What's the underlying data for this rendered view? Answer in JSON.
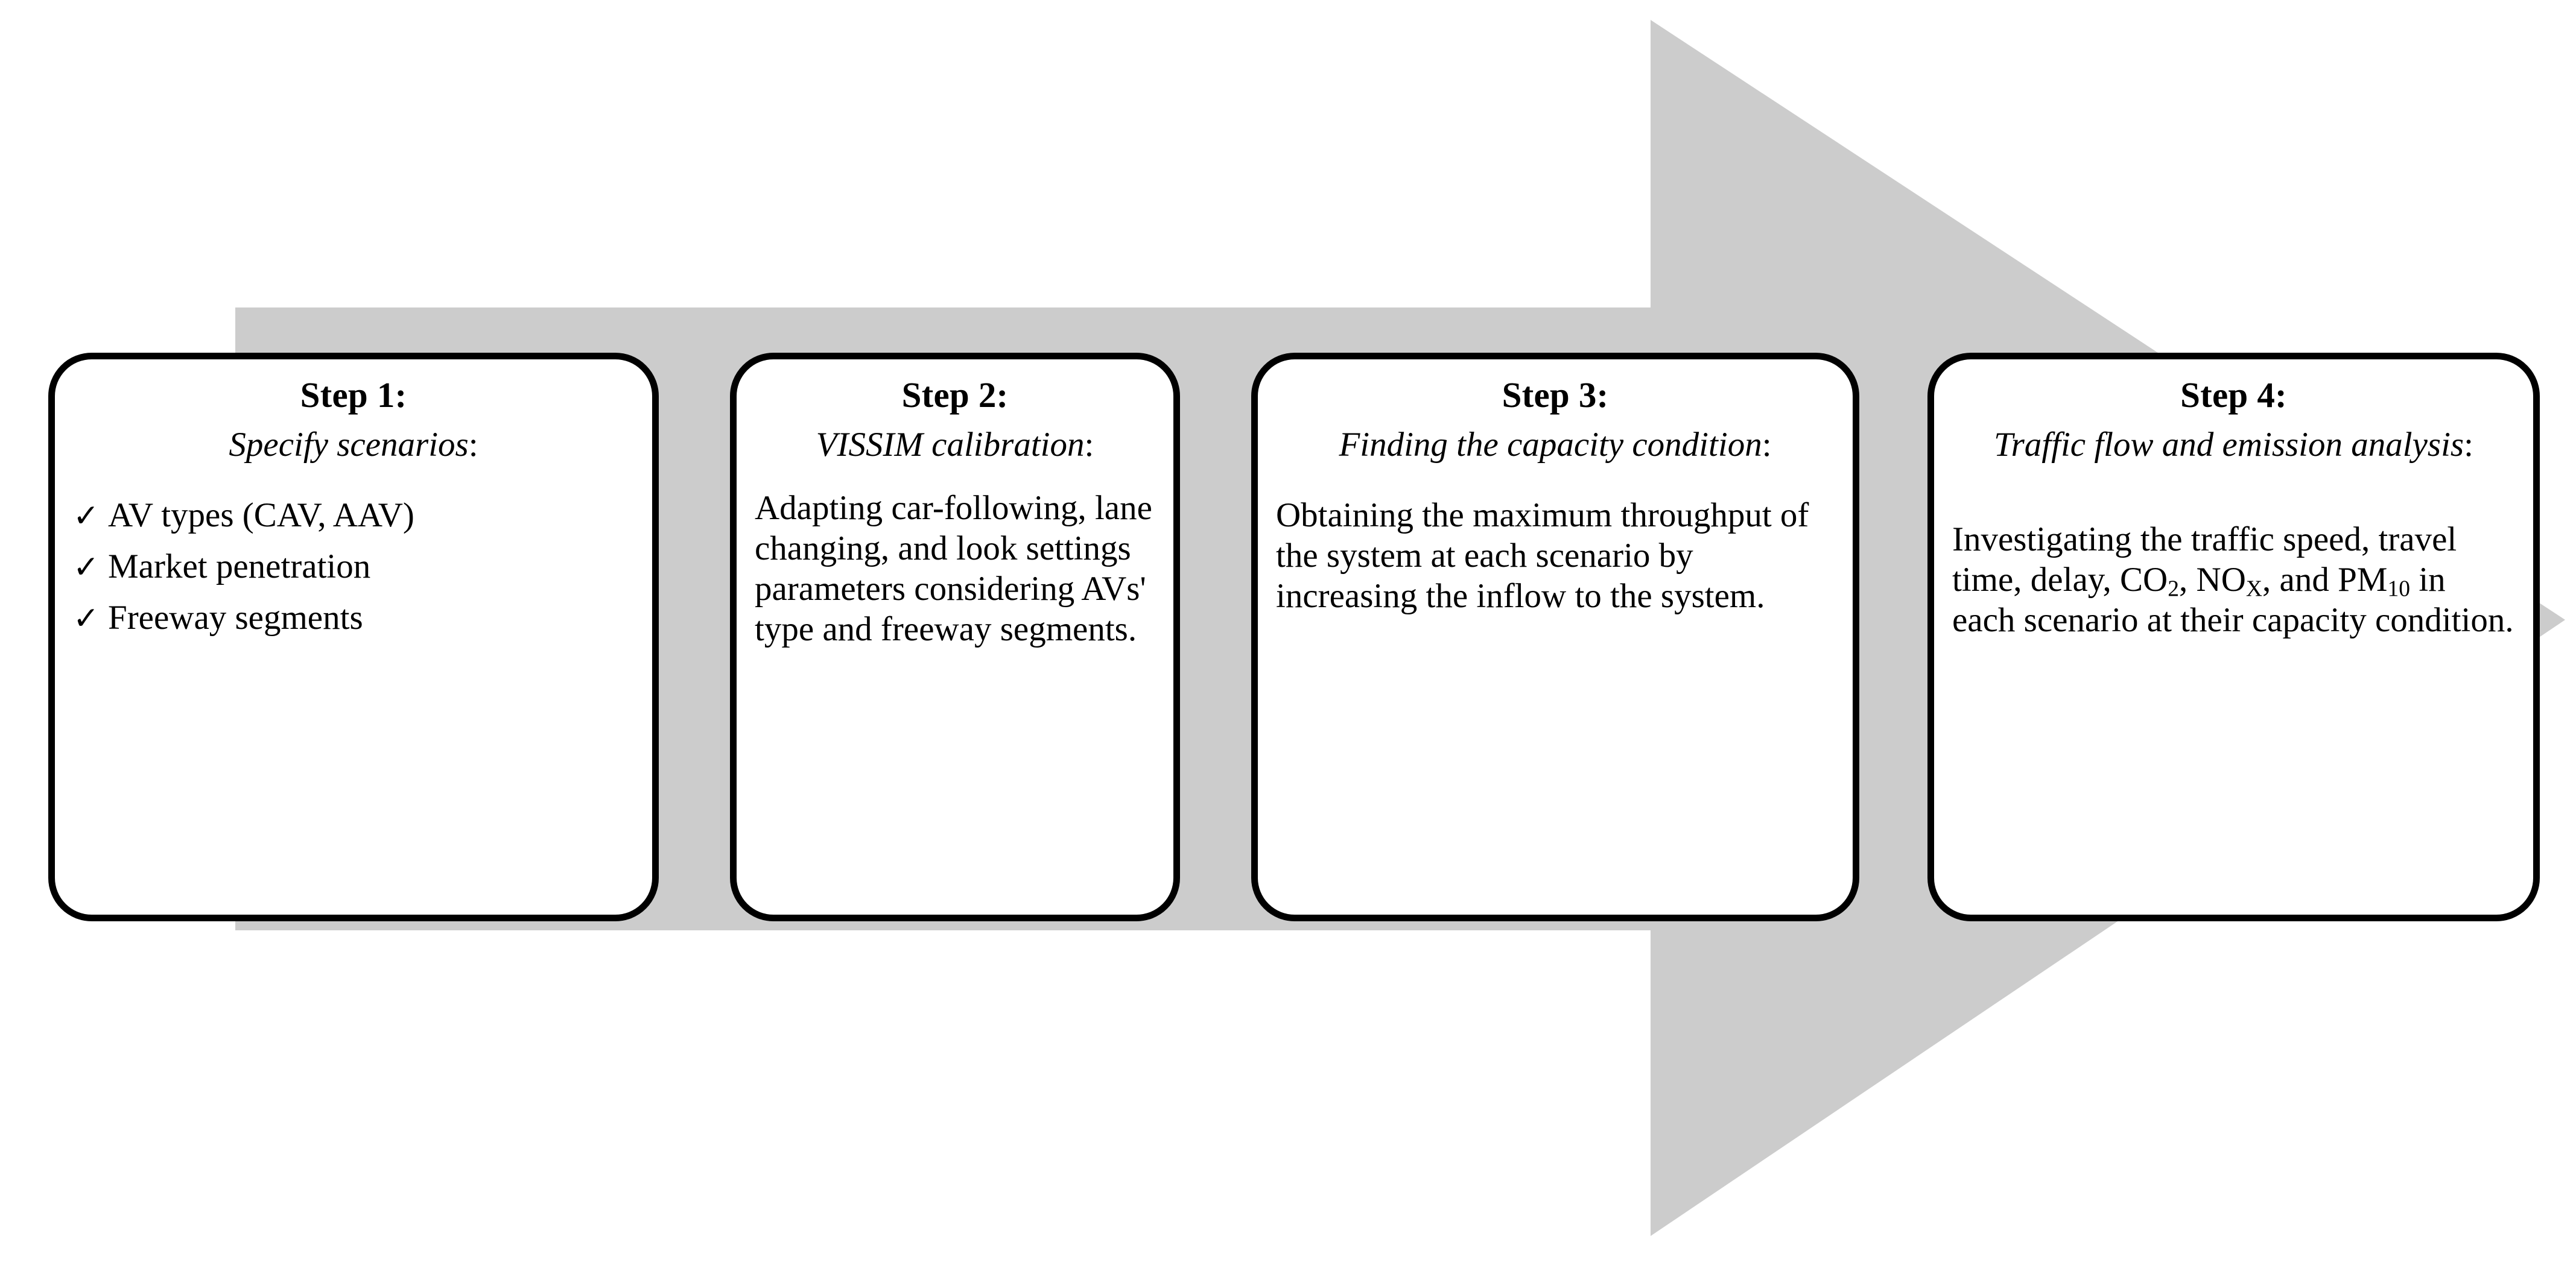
{
  "diagram": {
    "type": "process-flow-arrow",
    "arrow_color": "#CCCCCC",
    "box_border_color": "#000000",
    "box_fill_color": "#FFFFFF",
    "text_color": "#000000"
  },
  "steps": [
    {
      "title": "Step 1:",
      "subtitle": "Specify scenarios",
      "subtitle_suffix": ":",
      "body_kind": "bullets",
      "bullet_icon": "check-icon",
      "bullets": [
        "AV types (CAV, AAV)",
        "Market penetration",
        "Freeway segments"
      ]
    },
    {
      "title": "Step 2:",
      "subtitle": "VISSIM calibration",
      "subtitle_suffix": ":",
      "body_kind": "paragraph",
      "body": "Adapting car-following, lane changing, and look settings parameters considering AVs' type and freeway segments."
    },
    {
      "title": "Step 3:",
      "subtitle": "Finding the capacity condition",
      "subtitle_suffix": ":",
      "body_kind": "paragraph",
      "body": "Obtaining the maximum throughput of the system at each scenario by increasing the inflow to the system."
    },
    {
      "title": "Step 4:",
      "subtitle": "Traffic flow and emission analysis",
      "subtitle_suffix": ":",
      "body_kind": "paragraph-rich",
      "body_parts": {
        "lead": "Investigating the traffic speed, travel time, delay, CO",
        "sub1": "2",
        "mid1": ", NO",
        "sub2": "X",
        "mid2": ", and PM",
        "sub3": "10",
        "tail": " in each scenario at their capacity condition."
      }
    }
  ]
}
